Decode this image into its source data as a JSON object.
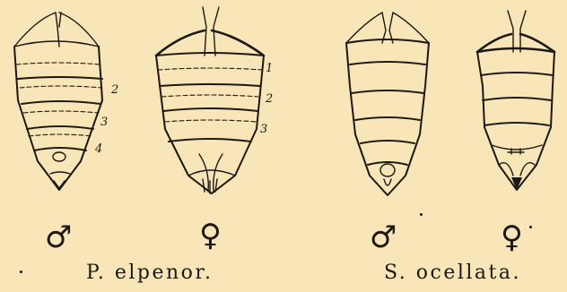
{
  "figures": [
    {
      "species": "P. elpenor",
      "sex": "♂",
      "segment_labels": [
        "2",
        "3",
        "4"
      ]
    },
    {
      "species": "P. elpenor",
      "sex": "♀",
      "segment_labels": [
        "1",
        "2",
        "3"
      ]
    },
    {
      "species": "S. ocellata",
      "sex": "♂",
      "segment_labels": []
    },
    {
      "species": "S. ocellata",
      "sex": "♀",
      "segment_labels": []
    }
  ],
  "captions": {
    "left": "P. elpenor.",
    "right": "S. ocellata."
  },
  "colors": {
    "paper": "#f8e6b8",
    "ink": "#1c1812"
  }
}
